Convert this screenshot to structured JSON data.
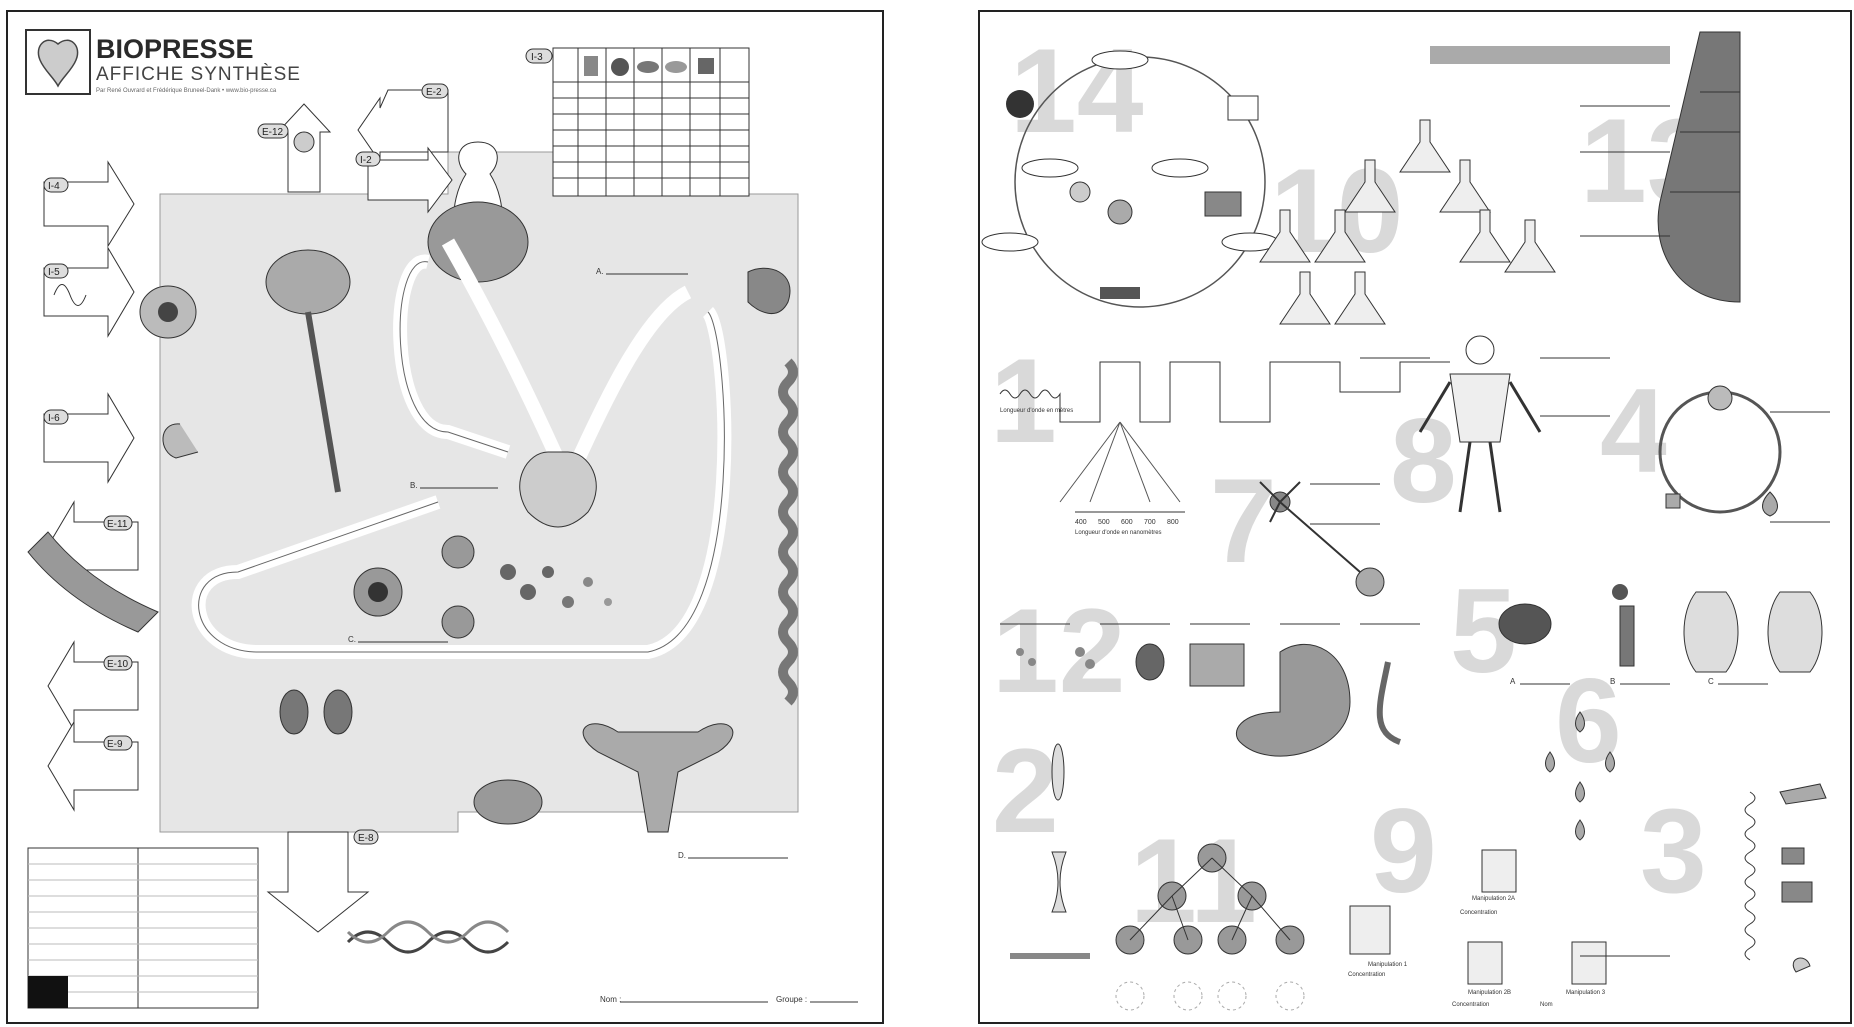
{
  "left_poster": {
    "logo": {
      "title": "BIOPRESSE",
      "subtitle": "AFFICHE SYNTHÈSE",
      "credit": "Par René Ouvrard et Frédérique Bruneel-Dank • www.bio-presse.ca"
    },
    "codes": {
      "i3": "I-3",
      "e2": "E-2",
      "i2": "I-2",
      "e12": "E-12",
      "i4": "I-4",
      "i5": "I-5",
      "i6": "I-6",
      "e11": "E-11",
      "e10": "E-10",
      "e9": "E-9",
      "e8": "E-8"
    },
    "blanks": {
      "a": "A.",
      "b": "B.",
      "c": "C.",
      "d": "D."
    },
    "footer": {
      "name_label": "Nom :",
      "group_label": "Groupe :"
    }
  },
  "right_poster": {
    "section_numbers": {
      "n14": "14",
      "n10": "10",
      "n13": "13",
      "n1": "1",
      "n8": "8",
      "n4": "4",
      "n7": "7",
      "n12": "12",
      "n5": "5",
      "n2": "2",
      "n11": "11",
      "n9": "9",
      "n6": "6",
      "n3": "3"
    },
    "spectrum": {
      "ticks": [
        "400",
        "500",
        "600",
        "700",
        "800"
      ],
      "top_axis_label": "Longueur d'onde en mètres",
      "bottom_axis_label": "Longueur d'onde en nanomètres"
    },
    "panel5": {
      "a": "A",
      "b": "B",
      "c": "C"
    },
    "panel9": {
      "manip1": "Manipulation 1",
      "manip2a": "Manipulation 2A",
      "manip2b": "Manipulation 2B",
      "manip3": "Manipulation 3",
      "concentration": "Concentration",
      "nom": "Nom"
    }
  },
  "colors": {
    "poster_border": "#222222",
    "body_fill": "#e6e6e6",
    "number_gray": "#d9d9d9",
    "ink": "#333333"
  },
  "icons": [
    "heart-logo-icon",
    "eye-icon",
    "brain-icon",
    "ear-icon",
    "arm-icon",
    "lungs-icon",
    "heart-icon",
    "kidneys-icon",
    "uterus-icon",
    "dna-icon",
    "flask-icon",
    "neuron-icon",
    "stomach-icon",
    "skeleton-icon"
  ]
}
